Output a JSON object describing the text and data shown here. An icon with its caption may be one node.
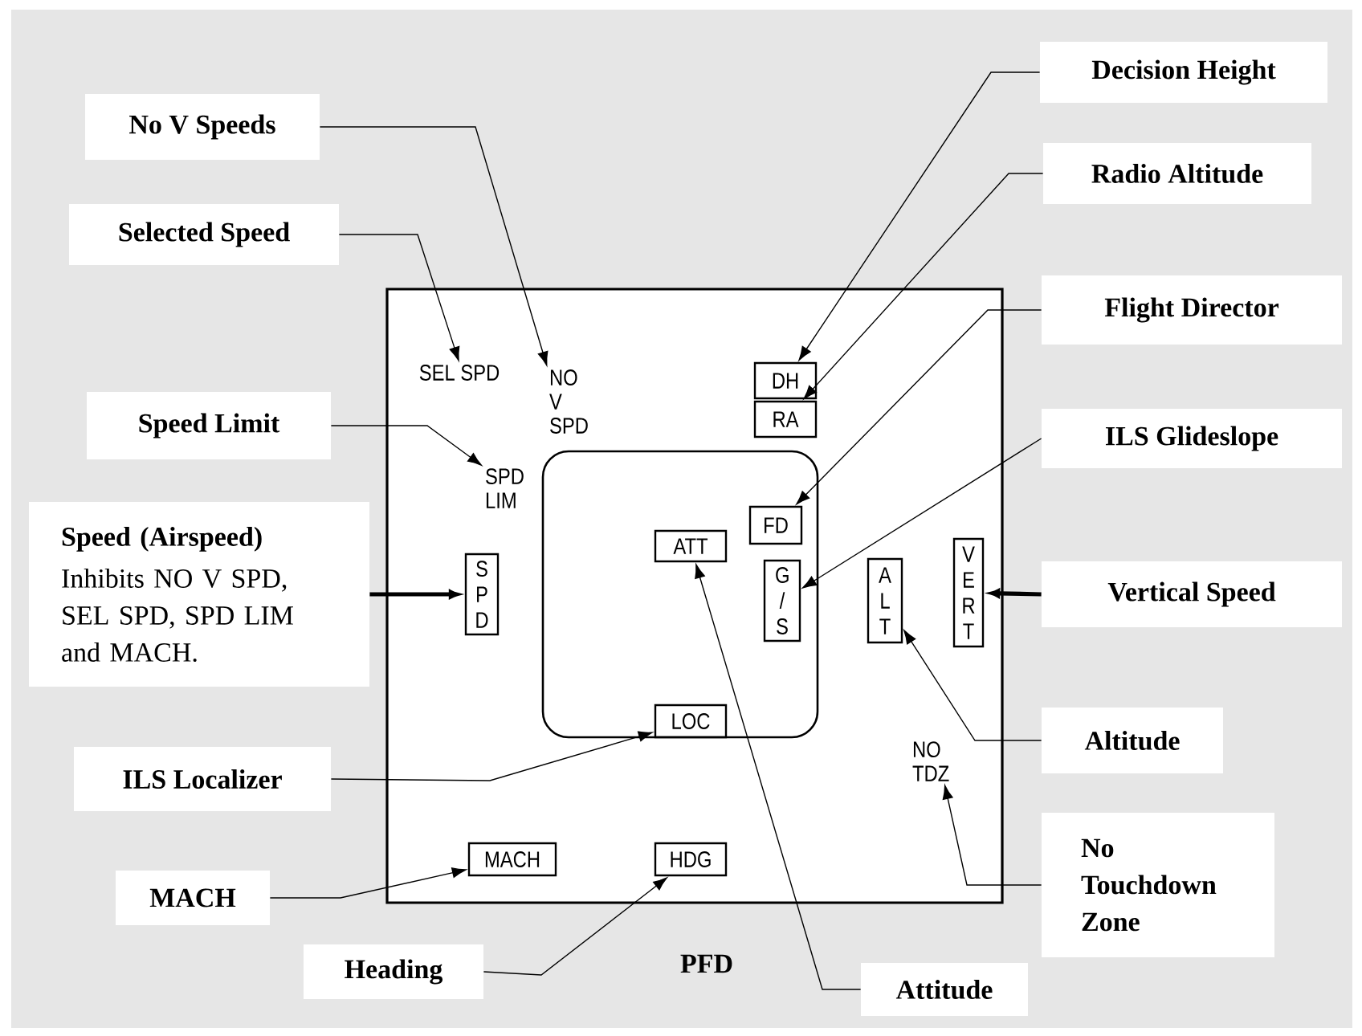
{
  "diagram": {
    "nodes": [
      {
        "text": [
          "No V Speeds"
        ]
      },
      {
        "text": [
          "Selected Speed"
        ]
      },
      {
        "text": [
          "Speed Limit"
        ]
      },
      {
        "text": [
          "Speed (Airspeed)",
          "Inhibits NO V SPD, SEL SPD, SPD LIM and MACH."
        ]
      },
      {
        "text": [
          "ILS Localizer"
        ]
      },
      {
        "text": [
          "MACH"
        ]
      },
      {
        "text": [
          "Heading"
        ]
      },
      {
        "text": [
          "Decision Height"
        ]
      },
      {
        "text": [
          "Radio Altitude"
        ]
      },
      {
        "text": [
          "Flight Director"
        ]
      },
      {
        "text": [
          "ILS Glideslope"
        ]
      },
      {
        "text": [
          "Vertical Speed"
        ]
      },
      {
        "text": [
          "Altitude"
        ]
      },
      {
        "text": [
          "No Touchdown Zone"
        ]
      },
      {
        "text": [
          "Attitude"
        ]
      },
      {
        "text": [
          "SEL SPD"
        ]
      },
      {
        "text": [
          "NO V SPD"
        ]
      },
      {
        "text": [
          "DH"
        ]
      },
      {
        "text": [
          "RA"
        ]
      },
      {
        "text": [
          "SPD LIM"
        ]
      },
      {
        "text": [
          "FD"
        ]
      },
      {
        "text": [
          "ATT"
        ]
      },
      {
        "text": [
          "SPD"
        ]
      },
      {
        "text": [
          "G/S"
        ]
      },
      {
        "text": [
          "ALT"
        ]
      },
      {
        "text": [
          "VERT"
        ]
      },
      {
        "text": [
          "LOC"
        ]
      },
      {
        "text": [
          "NO TDZ"
        ]
      },
      {
        "text": [
          "HDG"
        ]
      },
      {
        "text": [
          "MACH"
        ]
      }
    ],
    "edges": [
      {
        "from": 0,
        "to": 16,
        "arrow": "to"
      },
      {
        "from": 1,
        "to": 15,
        "arrow": "to"
      },
      {
        "from": 2,
        "to": 19,
        "arrow": "to"
      },
      {
        "from": 3,
        "to": 22,
        "arrow": "to",
        "style": "thick"
      },
      {
        "from": 4,
        "to": 26,
        "arrow": "to"
      },
      {
        "from": 5,
        "to": 29,
        "arrow": "to"
      },
      {
        "from": 6,
        "to": 28,
        "arrow": "to"
      },
      {
        "from": 7,
        "to": 17,
        "arrow": "to"
      },
      {
        "from": 8,
        "to": 18,
        "arrow": "to"
      },
      {
        "from": 9,
        "to": 20,
        "arrow": "to"
      },
      {
        "from": 10,
        "to": 23,
        "arrow": "to"
      },
      {
        "from": 11,
        "to": 25,
        "arrow": "to",
        "style": "thick"
      },
      {
        "from": 12,
        "to": 24,
        "arrow": "to"
      },
      {
        "from": 13,
        "to": 27,
        "arrow": "to"
      },
      {
        "from": 14,
        "to": 21,
        "arrow": "to"
      }
    ],
    "labels": [
      "PFD"
    ]
  }
}
